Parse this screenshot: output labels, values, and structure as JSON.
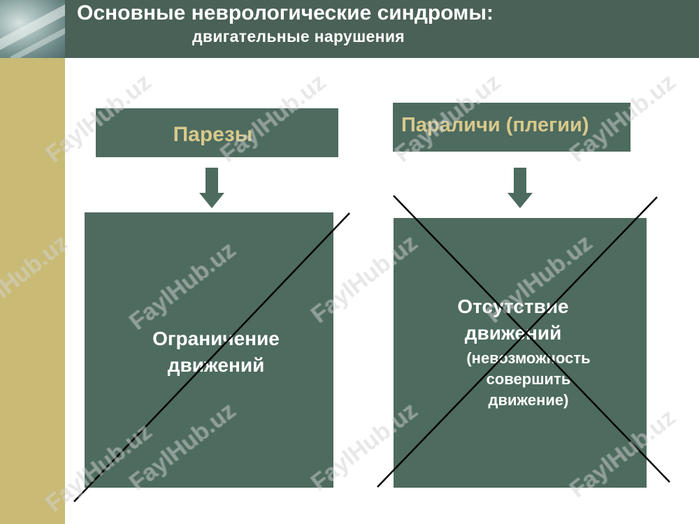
{
  "header": {
    "title": "Основные неврологические синдромы:",
    "subtitle": "двигательные нарушения"
  },
  "left_panel": {
    "label": "Парезы",
    "description_line1": "Ограничение",
    "description_line2": "движений"
  },
  "right_panel": {
    "label": "Параличи (плегии)",
    "description_line1": "Отсутствие",
    "description_line2": "движений",
    "note_line1": "(невозможность",
    "note_line2": "совершить",
    "note_line3": "движение)"
  },
  "watermark": "FaylHub.uz",
  "colors": {
    "header_bg": "#4a6157",
    "box_bg": "#4e6b5f",
    "label_text": "#d8c98b",
    "side_bar": "#c9bb76"
  }
}
